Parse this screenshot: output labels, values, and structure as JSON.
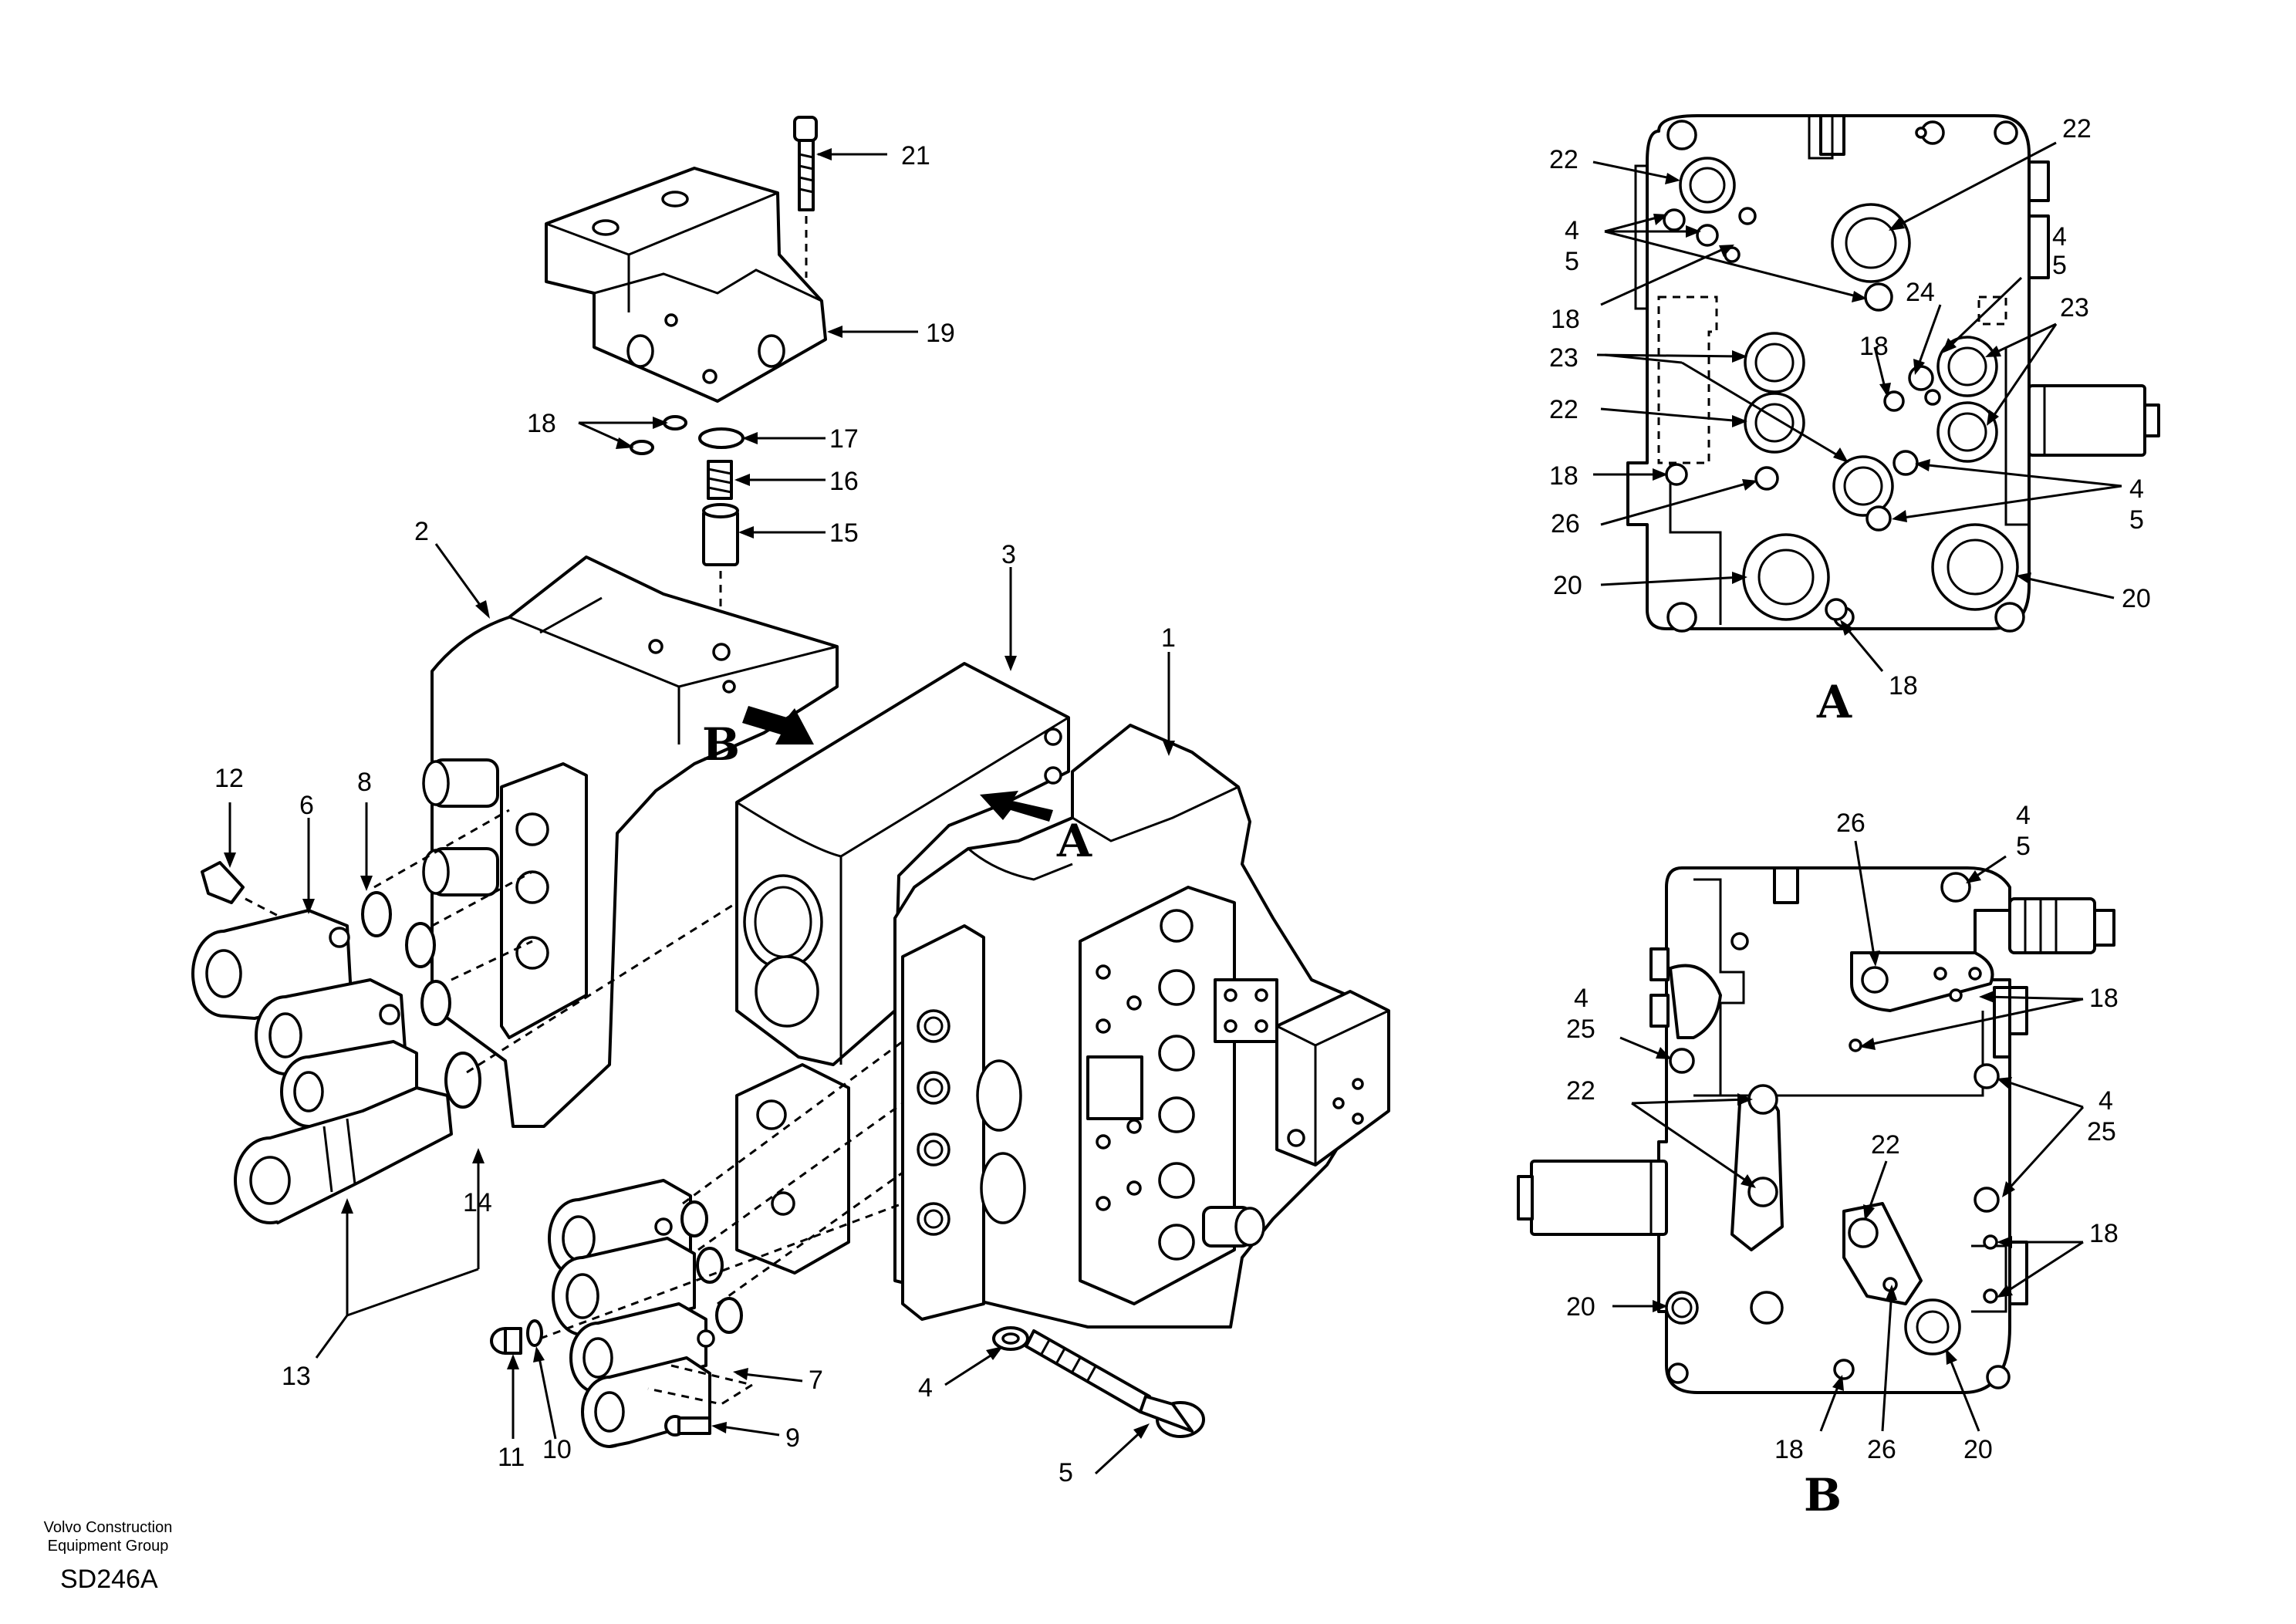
{
  "views": {
    "a": "A",
    "b": "B"
  },
  "footer": {
    "company_line1": "Volvo Construction",
    "company_line2": "Equipment Group",
    "code": "SD246A"
  },
  "main_callouts": [
    "21",
    "19",
    "18",
    "17",
    "16",
    "15",
    "2",
    "3",
    "1",
    "12",
    "6",
    "8",
    "14",
    "13",
    "11",
    "10",
    "9",
    "7",
    "4",
    "5"
  ],
  "view_a_callouts": [
    "22",
    "22",
    "4",
    "5",
    "18",
    "24",
    "4",
    "5",
    "23",
    "23",
    "18",
    "22",
    "18",
    "26",
    "4",
    "5",
    "20",
    "20",
    "18"
  ],
  "view_b_callouts": [
    "26",
    "4",
    "5",
    "18",
    "4",
    "25",
    "22",
    "4",
    "25",
    "22",
    "18",
    "20",
    "18",
    "26",
    "20"
  ]
}
